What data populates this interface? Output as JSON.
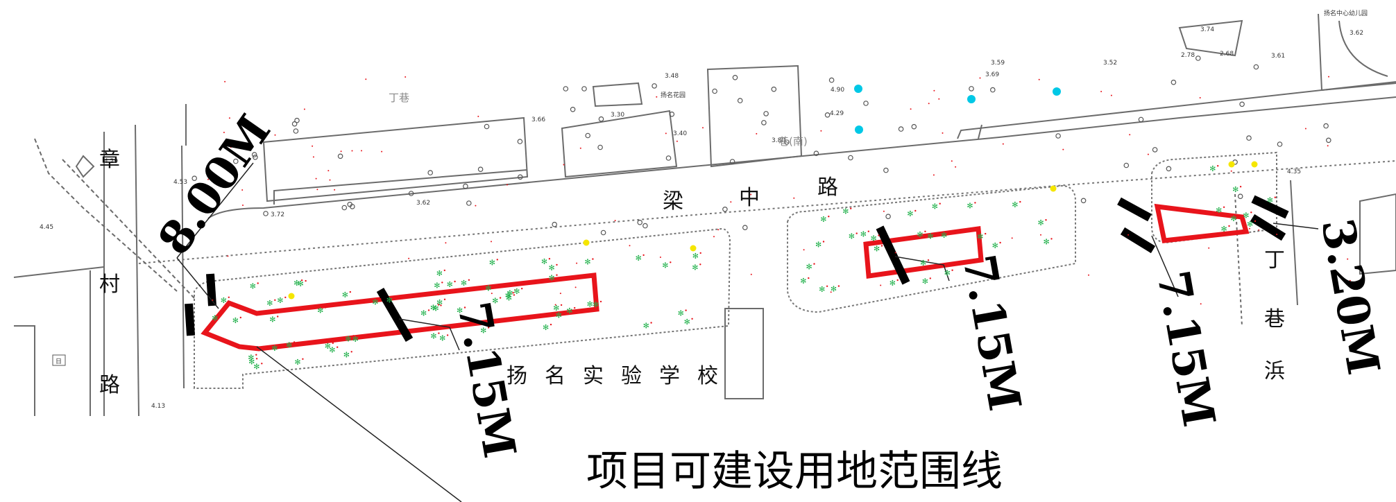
{
  "map": {
    "title": "项目可建设用地范围线",
    "roads": {
      "liangzhong": [
        "梁",
        "中",
        "路"
      ],
      "zhangcun": [
        "章",
        "村",
        "路"
      ],
      "dingxiangbang": [
        "丁",
        "巷",
        "浜"
      ]
    },
    "school": [
      "扬",
      "名",
      "实",
      "验",
      "学",
      "校"
    ],
    "small_labels": {
      "dingxiang": "丁巷",
      "xiang_nan": "巷(南)",
      "building_a": "扬名花园",
      "school_top": "扬名中心幼儿园",
      "mark_ri": "日"
    },
    "dimensions": {
      "d1": "8.00M",
      "d2": "7.15M",
      "d3": "7.15M",
      "d4": "7.15M",
      "d5": "3.20M"
    },
    "elevations": [
      "4.29",
      "4.53",
      "4.45",
      "4.13",
      "3.72",
      "3.62",
      "3.66",
      "3.30",
      "3.40",
      "3.48",
      "3.80",
      "4.90",
      "4.29",
      "3.69",
      "3.59",
      "3.52",
      "2.78",
      "2.68",
      "3.61",
      "3.62",
      "4.35",
      "3.74"
    ],
    "colors": {
      "boundary": "#e8141b",
      "lines": "#555555",
      "tree": "#22b14c",
      "point": "#e8141b"
    }
  }
}
